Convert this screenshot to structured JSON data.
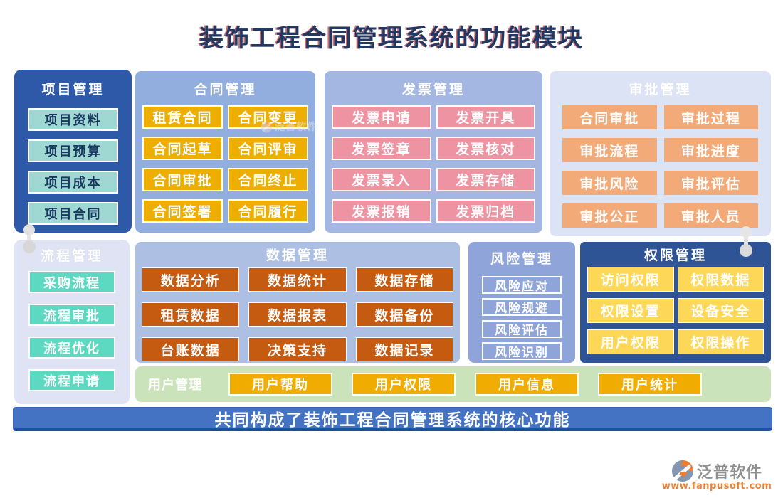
{
  "title": "装饰工程合同管理系统的功能模块",
  "panels": {
    "project": {
      "title": "项目管理",
      "items": [
        "项目资料",
        "项目预算",
        "项目成本",
        "项目合同"
      ]
    },
    "contract": {
      "title": "合同管理",
      "items": [
        "租赁合同",
        "合同变更",
        "合同起草",
        "合同评审",
        "合同审批",
        "合同终止",
        "合同签署",
        "合同履行"
      ]
    },
    "invoice": {
      "title": "发票管理",
      "items": [
        "发票申请",
        "发票开具",
        "发票签章",
        "发票核对",
        "发票录入",
        "发票存储",
        "发票报销",
        "发票归档"
      ]
    },
    "approval": {
      "title": "审批管理",
      "items": [
        "合同审批",
        "审批过程",
        "审批流程",
        "审批进度",
        "审批风险",
        "审批评估",
        "审批公正",
        "审批人员"
      ]
    },
    "process": {
      "title": "流程管理",
      "items": [
        "采购流程",
        "流程审批",
        "流程优化",
        "流程申请"
      ]
    },
    "data": {
      "title": "数据管理",
      "items": [
        "数据分析",
        "数据统计",
        "数据存储",
        "租赁数据",
        "数据报表",
        "数据备份",
        "台账数据",
        "决策支持",
        "数据记录"
      ]
    },
    "risk": {
      "title": "风险管理",
      "items": [
        "风险应对",
        "风险规避",
        "风险评估",
        "风险识别"
      ]
    },
    "permission": {
      "title": "权限管理",
      "items": [
        "访问权限",
        "权限数据",
        "权限设置",
        "设备安全",
        "用户权限",
        "权限操作"
      ]
    },
    "user": {
      "title": "用户管理",
      "items": [
        "用户帮助",
        "用户权限",
        "用户信息",
        "用户统计"
      ]
    }
  },
  "footer": {
    "banner": "共同构成了装饰工程合同管理系统的核心功能"
  },
  "brand": {
    "name": "泛普软件",
    "url": "www.fanpusoft.com",
    "watermark": "泛普软件"
  },
  "colors": {
    "title_text": "#1f3864",
    "title_fringe": "#b02020",
    "project_panel": "#2e59a8",
    "project_item": "#9fd8d2",
    "contract_panel": "#92aede",
    "contract_item": "#eeae00",
    "invoice_panel": "#a3b7e2",
    "invoice_item": "#ee93a2",
    "approval_panel": "#dce3f4",
    "approval_item": "#f3aa79",
    "process_panel": "#dfe3f3",
    "process_item": "#5dd9c1",
    "data_panel": "#aebfe4",
    "data_item": "#c55a11",
    "risk_panel": "#8fa5da",
    "permission_panel": "#2f5496",
    "permission_item": "#fdd757",
    "user_bar": "#cbe3ba",
    "user_item": "#f0ad00",
    "banner": "#4573c4",
    "brand_orange": "#ed7d31",
    "brand_gray": "#8f8f8f"
  }
}
